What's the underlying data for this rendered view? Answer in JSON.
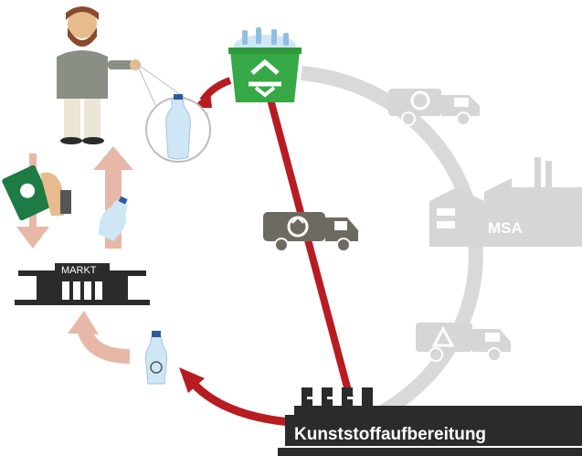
{
  "labels": {
    "market": "MARKT",
    "msa": "MSA",
    "recycling_plant": "Kunststoffaufbereitung"
  },
  "colors": {
    "red_flow": "#b81c22",
    "grey_flow": "#d9d9d9",
    "faded_arrow": "#e7b8a8",
    "bin_green": "#37a846",
    "truck_dark": "#6d6a61",
    "truck_grey": "#d6d6d6",
    "dark": "#2b2b2b"
  },
  "icons": {
    "person": "man-holding-bottle-icon",
    "magnifier": "bottle-zoom-icon",
    "bin": "recycling-bin-icon",
    "money": "banknote-hand-icon",
    "market": "market-building-icon",
    "truck_active": "recycling-truck-icon",
    "truck_grey_top": "garbage-truck-icon",
    "truck_grey_bottom": "recycling-truck-grey-icon",
    "msa": "incineration-plant-icon",
    "plant": "factory-icon"
  }
}
